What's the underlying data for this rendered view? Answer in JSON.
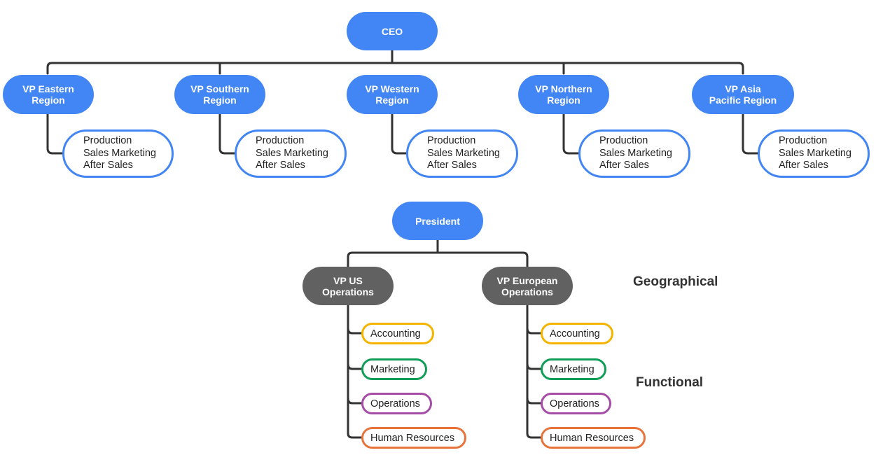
{
  "colors": {
    "blue": "#4285f4",
    "dark_gray": "#616161",
    "connector": "#333333",
    "accounting": "#f4b400",
    "marketing": "#0f9d58",
    "operations": "#a64ca6",
    "human_resources": "#e8743b"
  },
  "geographical": {
    "root": "CEO",
    "regions": [
      {
        "name": "VP Eastern\nRegion",
        "departments": "Production\nSales Marketing\nAfter Sales"
      },
      {
        "name": "VP Southern\nRegion",
        "departments": "Production\nSales Marketing\nAfter Sales"
      },
      {
        "name": "VP Western\nRegion",
        "departments": "Production\nSales Marketing\nAfter Sales"
      },
      {
        "name": "VP Northern\nRegion",
        "departments": "Production\nSales Marketing\nAfter Sales"
      },
      {
        "name": "VP Asia\nPacific Region",
        "departments": "Production\nSales Marketing\nAfter Sales"
      }
    ]
  },
  "functional": {
    "root": "President",
    "divisions": [
      {
        "name": "VP US\nOperations",
        "functions": [
          "Accounting",
          "Marketing",
          "Operations",
          "Human Resources"
        ]
      },
      {
        "name": "VP European\nOperations",
        "functions": [
          "Accounting",
          "Marketing",
          "Operations",
          "Human Resources"
        ]
      }
    ]
  },
  "labels": {
    "geographical": "Geographical",
    "functional": "Functional"
  }
}
